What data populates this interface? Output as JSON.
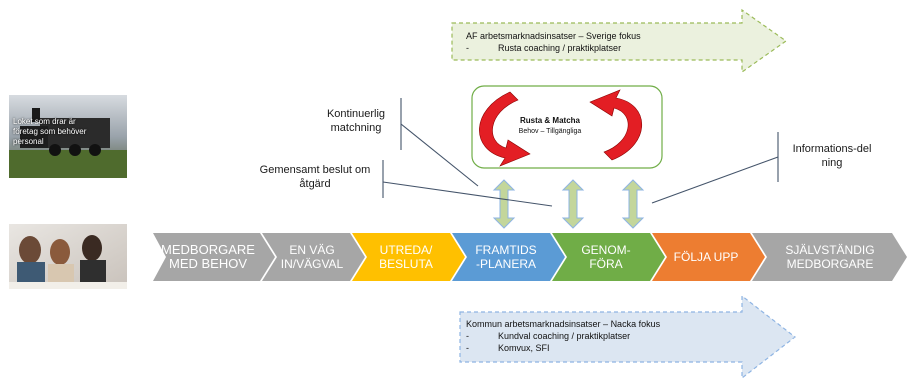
{
  "top_arrow": {
    "title": "AF arbetsmarknadsinsatser – Sverige fokus",
    "items": [
      "Rusta coaching / praktikplatser"
    ],
    "bullet": "-"
  },
  "bottom_arrow": {
    "title": "Kommun arbetsmarknadsinsatser – Nacka fokus",
    "items": [
      "Kundval coaching / praktikplatser",
      "Komvux, SFI"
    ],
    "bullet": "-"
  },
  "center": {
    "title": "Rusta & Matcha",
    "subtitle": "Behov – Tillgängliga"
  },
  "photo_top": {
    "caption": "Loket som drar är företag som behöver personal"
  },
  "labels": {
    "kontinuerlig": "Kontinuerlig matchning",
    "gemensamt": "Gemensamt beslut om åtgärd",
    "informations": "Informations-delning"
  },
  "process": [
    {
      "line1": "MEDBORGARE",
      "line2": "MED BEHOV",
      "color": "#a6a6a6"
    },
    {
      "line1": "EN VÄG",
      "line2": "IN/VÄGVAL",
      "color": "#a6a6a6"
    },
    {
      "line1": "UTREDA/",
      "line2": "BESLUTA",
      "color": "#ffc000"
    },
    {
      "line1": "FRAMTIDS",
      "line2": "-PLANERA",
      "color": "#5b9bd5"
    },
    {
      "line1": "GENOM-",
      "line2": "FÖRA",
      "color": "#70ad47"
    },
    {
      "line1": "FÖLJA UPP",
      "line2": "",
      "color": "#ed7d31"
    },
    {
      "line1": "SJÄLVSTÄNDIG",
      "line2": "MEDBORGARE",
      "color": "#a6a6a6"
    }
  ],
  "colors": {
    "top_arrow_fill": "#ebf1de",
    "top_arrow_stroke": "#9bbb59",
    "bottom_arrow_fill": "#dce6f2",
    "bottom_arrow_stroke": "#8eb4e3",
    "center_box_stroke": "#70ad47",
    "curved_arrows": "#e31e24",
    "connector_lines": "#44546a",
    "up_arrows_fill": "#c3d69b",
    "up_arrows_stroke": "#8eb4e3"
  }
}
